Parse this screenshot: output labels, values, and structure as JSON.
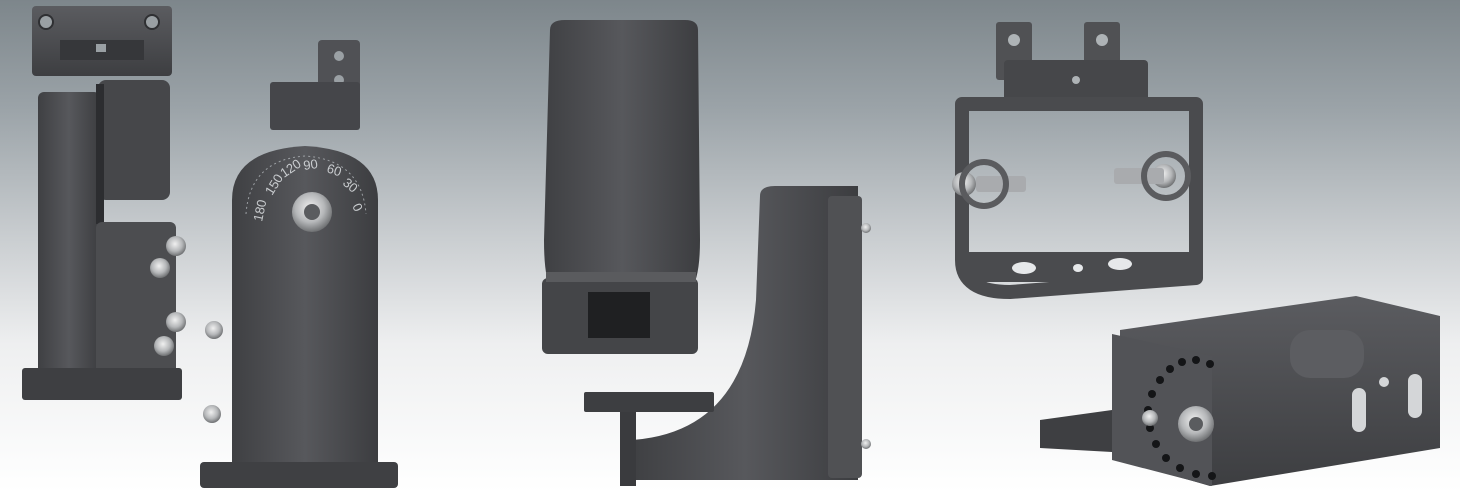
{
  "scene": {
    "background_top": "#7d868b",
    "background_bottom": "#ffffff",
    "product_color": "#4a4b4e"
  },
  "angle_scale": {
    "labels": [
      "180",
      "150",
      "120",
      "90",
      "60",
      "30",
      "0"
    ]
  }
}
